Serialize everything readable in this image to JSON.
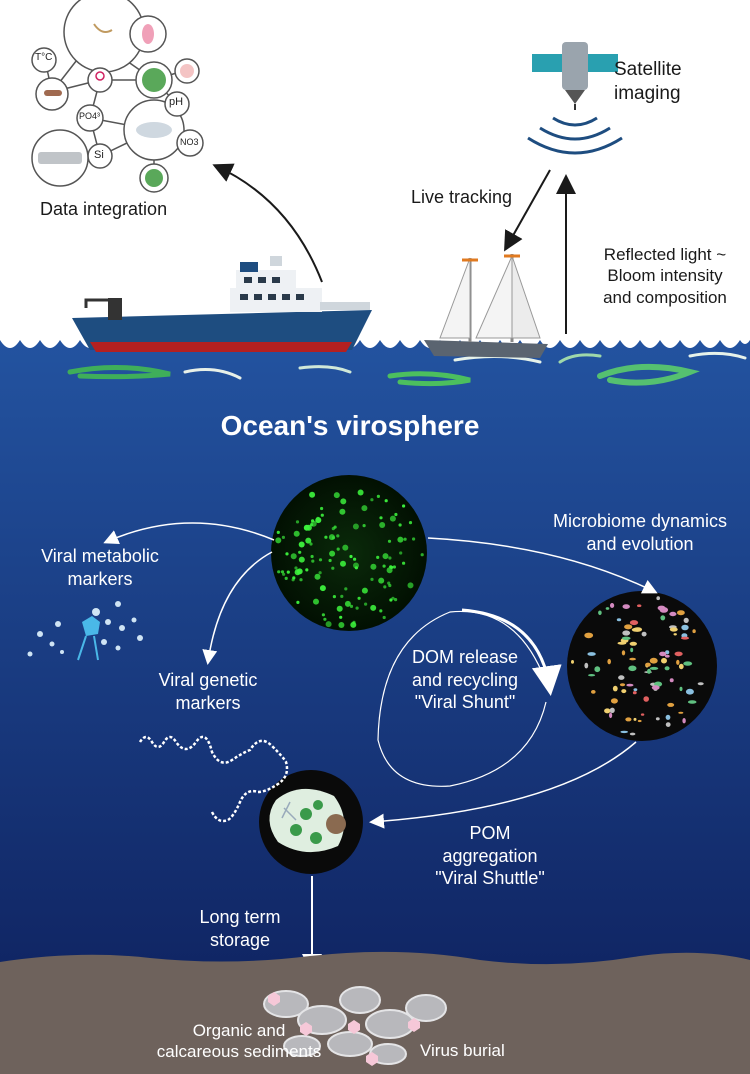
{
  "surface": {
    "data_integration": "Data integration",
    "satellite_line1": "Satellite",
    "satellite_line2": "imaging",
    "live_tracking": "Live tracking",
    "reflected_line1": "Reflected light ~",
    "reflected_line2": "Bloom intensity",
    "reflected_line3": "and composition"
  },
  "network_labels": {
    "temperature": "T°C",
    "ph": "pH",
    "phosphate": "PO4³",
    "nitrate": "NO3",
    "silicon": "Si"
  },
  "ocean": {
    "title": "Ocean's virosphere",
    "micro_line1": "Microbiome dynamics",
    "micro_line2": "and evolution",
    "metabolic_line1": "Viral metabolic",
    "metabolic_line2": "markers",
    "genetic_line1": "Viral genetic",
    "genetic_line2": "markers",
    "dom_line1": "DOM release",
    "dom_line2": "and recycling",
    "dom_line3": "\"Viral Shunt\"",
    "pom_line1": "POM",
    "pom_line2": "aggregation",
    "pom_line3": "\"Viral Shuttle\"",
    "storage_line1": "Long term",
    "storage_line2": "storage"
  },
  "seafloor": {
    "sediments_line1": "Organic and",
    "sediments_line2": "calcareous sediments",
    "burial": "Virus burial"
  },
  "colors": {
    "ocean_top": "#1f4f9a",
    "ocean_bottom": "#0e1f5c",
    "sediment": "#6e625c",
    "virus_green": "#3cf03c",
    "ship_hull": "#1e4d80",
    "arrow_dark": "#1a1a1a"
  }
}
